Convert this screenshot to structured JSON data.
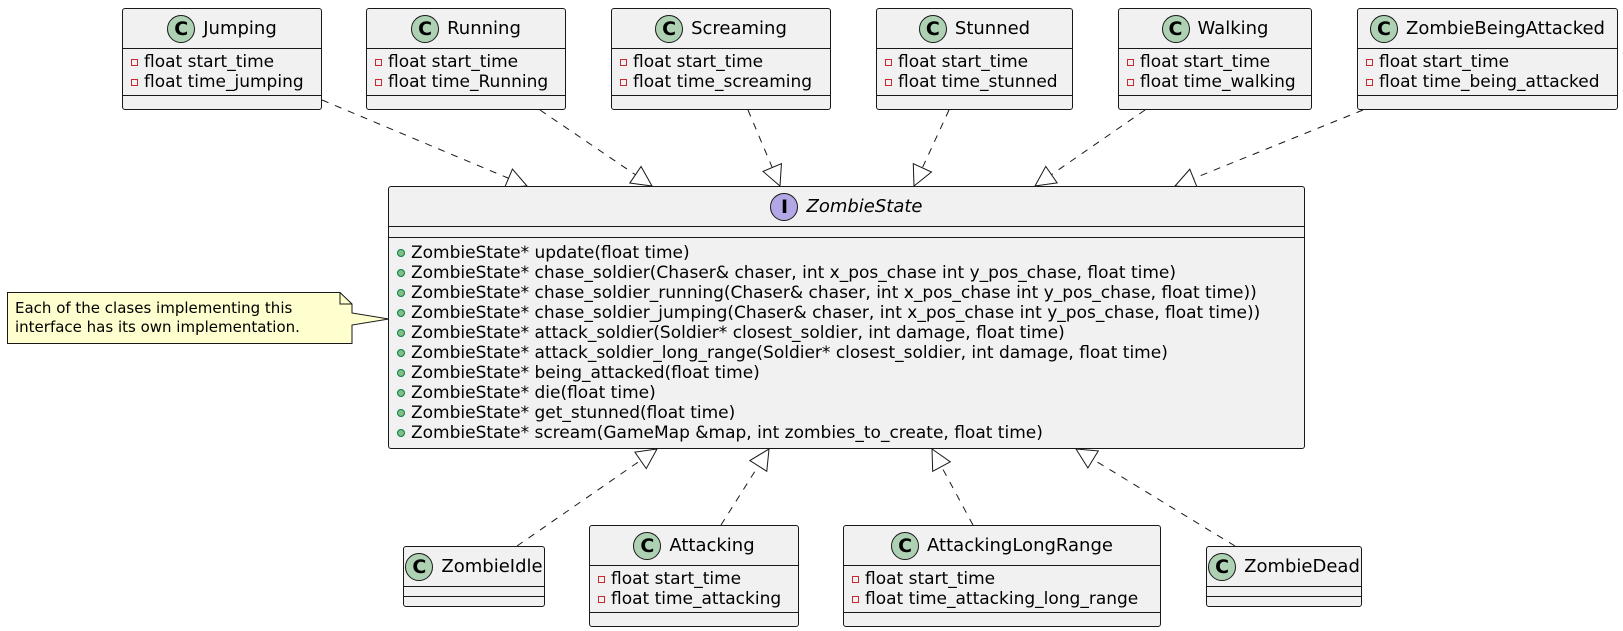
{
  "diagram": {
    "interface": {
      "name": "ZombieState",
      "badge": "I",
      "methods": [
        {
          "visibility": "public",
          "text": "ZombieState* update(float time)"
        },
        {
          "visibility": "public",
          "text": "ZombieState* chase_soldier(Chaser& chaser, int x_pos_chase  int y_pos_chase, float time)"
        },
        {
          "visibility": "public",
          "text": "ZombieState* chase_soldier_running(Chaser& chaser, int x_pos_chase  int y_pos_chase, float time))"
        },
        {
          "visibility": "public",
          "text": "ZombieState* chase_soldier_jumping(Chaser& chaser, int x_pos_chase  int y_pos_chase, float time))"
        },
        {
          "visibility": "public",
          "text": "ZombieState* attack_soldier(Soldier* closest_soldier, int damage, float time)"
        },
        {
          "visibility": "public",
          "text": "ZombieState* attack_soldier_long_range(Soldier* closest_soldier, int damage, float time)"
        },
        {
          "visibility": "public",
          "text": "ZombieState* being_attacked(float time)"
        },
        {
          "visibility": "public",
          "text": "ZombieState* die(float time)"
        },
        {
          "visibility": "public",
          "text": "ZombieState* get_stunned(float time)"
        },
        {
          "visibility": "public",
          "text": "ZombieState* scream(GameMap &map, int zombies_to_create, float time)"
        }
      ]
    },
    "top_classes": [
      {
        "name": "Jumping",
        "badge": "C",
        "fields": [
          {
            "visibility": "private",
            "text": "float start_time"
          },
          {
            "visibility": "private",
            "text": "float time_jumping"
          }
        ]
      },
      {
        "name": "Running",
        "badge": "C",
        "fields": [
          {
            "visibility": "private",
            "text": "float start_time"
          },
          {
            "visibility": "private",
            "text": "float time_Running"
          }
        ]
      },
      {
        "name": "Screaming",
        "badge": "C",
        "fields": [
          {
            "visibility": "private",
            "text": "float start_time"
          },
          {
            "visibility": "private",
            "text": "float time_screaming"
          }
        ]
      },
      {
        "name": "Stunned",
        "badge": "C",
        "fields": [
          {
            "visibility": "private",
            "text": "float start_time"
          },
          {
            "visibility": "private",
            "text": "float time_stunned"
          }
        ]
      },
      {
        "name": "Walking",
        "badge": "C",
        "fields": [
          {
            "visibility": "private",
            "text": "float start_time"
          },
          {
            "visibility": "private",
            "text": "float time_walking"
          }
        ]
      },
      {
        "name": "ZombieBeingAttacked",
        "badge": "C",
        "fields": [
          {
            "visibility": "private",
            "text": "float start_time"
          },
          {
            "visibility": "private",
            "text": "float time_being_attacked"
          }
        ]
      }
    ],
    "bottom_classes": [
      {
        "name": "ZombieIdle",
        "badge": "C",
        "fields": []
      },
      {
        "name": "Attacking",
        "badge": "C",
        "fields": [
          {
            "visibility": "private",
            "text": "float start_time"
          },
          {
            "visibility": "private",
            "text": "float time_attacking"
          }
        ]
      },
      {
        "name": "AttackingLongRange",
        "badge": "C",
        "fields": [
          {
            "visibility": "private",
            "text": "float start_time"
          },
          {
            "visibility": "private",
            "text": "float time_attacking_long_range"
          }
        ]
      },
      {
        "name": "ZombieDead",
        "badge": "C",
        "fields": []
      }
    ],
    "note": {
      "lines": [
        "Each of the clases implementing this",
        "interface has its own implementation."
      ]
    },
    "colors": {
      "box_fill": "#f1f1f1",
      "border": "#181818",
      "class_badge": "#add1b2",
      "interface_badge": "#b4a7e5",
      "note_fill": "#fefece",
      "private_marker": "#c82930",
      "public_marker": "#84be84"
    }
  }
}
